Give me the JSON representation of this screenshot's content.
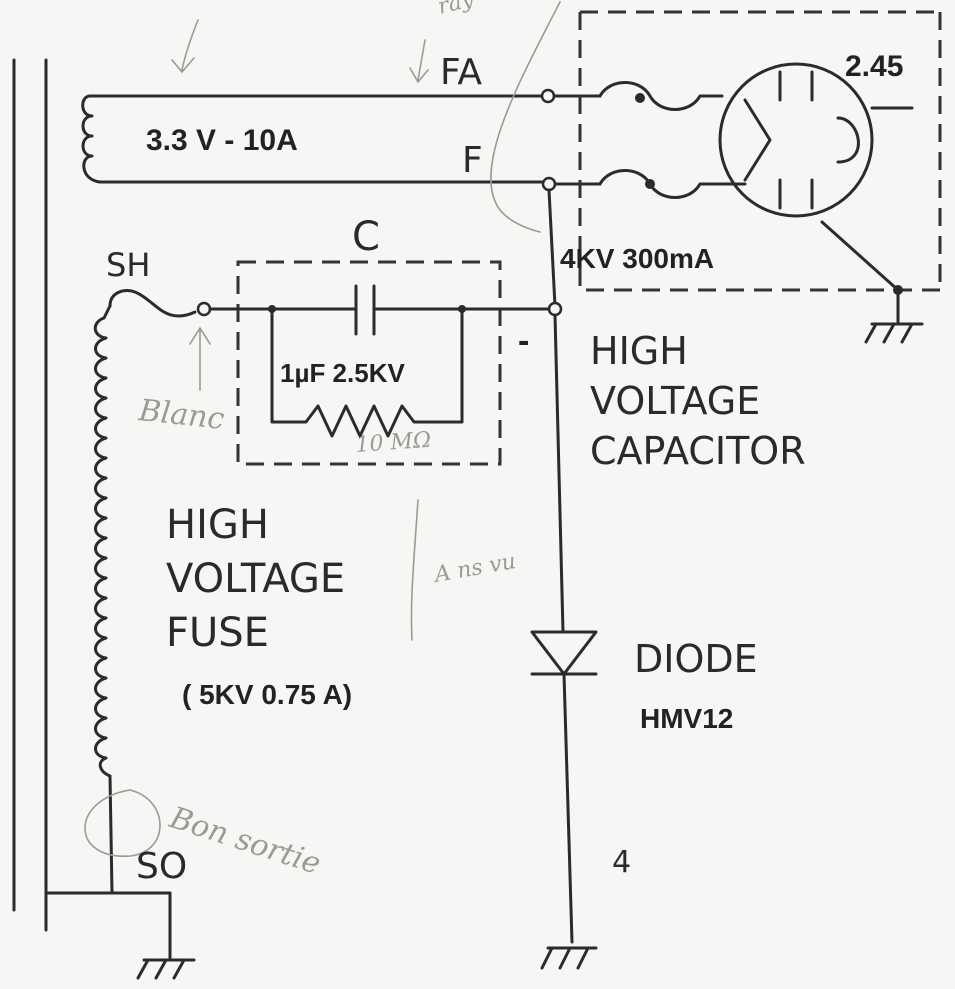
{
  "labels": {
    "fa": "FA",
    "f": "F",
    "filament": "3.3 V - 10A",
    "tube_value": "2.45",
    "tube_rating": "4KV 300mA",
    "c": "C",
    "sh": "SH",
    "cap_value": "1µF 2.5KV",
    "minus": "-",
    "hv_cap_1": "HIGH",
    "hv_cap_2": "VOLTAGE",
    "hv_cap_3": "CAPACITOR",
    "fuse_1": "HIGH",
    "fuse_2": "VOLTAGE",
    "fuse_3": "FUSE",
    "fuse_rating": "( 5KV 0.75 A)",
    "diode": "DIODE",
    "diode_model": "HMV12",
    "so": "SO",
    "page_number": "4"
  },
  "handwritten": {
    "blanc": "Blanc",
    "resistor": "10 MΩ",
    "note_bottom": "Bon sortie",
    "note_mid": "A ns vu",
    "note_top": "ray"
  }
}
